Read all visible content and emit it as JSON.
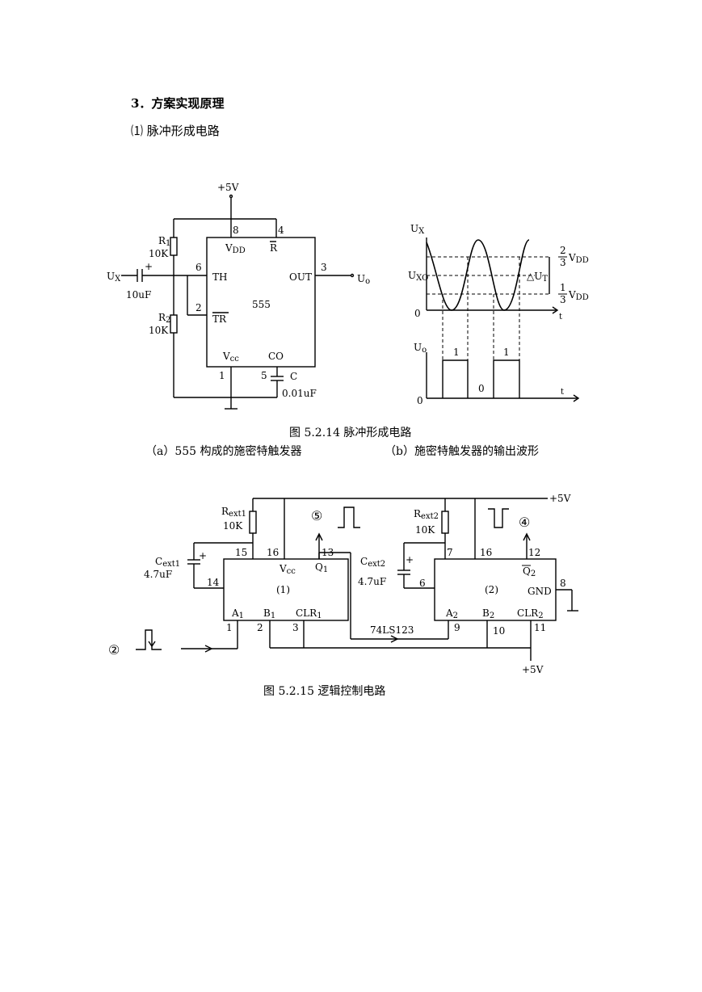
{
  "section": {
    "heading": "3．方案实现原理",
    "subheading": "⑴ 脉冲形成电路"
  },
  "figure1": {
    "caption": "图 5.2.14      脉冲形成电路",
    "caption_a": "（a）555 构成的施密特触发器",
    "caption_b": "（b）施密特触发器的输出波形",
    "schematic": {
      "supply": "+5V",
      "chip": "555",
      "pin8": "8",
      "pin4": "4",
      "pin6": "6",
      "pin2": "2",
      "pin3": "3",
      "pin1": "1",
      "pin5": "5",
      "vdd": "V",
      "vdd_sub": "DD",
      "r_bar": "R",
      "th": "TH",
      "tr": "TR",
      "out": "OUT",
      "vcc": "V",
      "vcc_sub": "cc",
      "co": "CO",
      "r1": "R",
      "r1_sub": "1",
      "r1_value": "10K",
      "r2": "R",
      "r2_sub": "2",
      "r2_value": "10K",
      "ui": "U",
      "ui_sub": "X",
      "cin_value": "10uF",
      "plus": "+",
      "uo": "U",
      "uo_sub": "o",
      "c": "C",
      "c_value": "0.01uF"
    },
    "waveform": {
      "ux_axis": "U",
      "ux_axis_sub": "X",
      "uxo": "U",
      "uxo_sub": "XO",
      "zero_top": "0",
      "t_top": "t",
      "frac_num": "2",
      "frac_den": "3",
      "frac_num2": "1",
      "frac_den2": "3",
      "vdd_label": "V",
      "vdd_sub": "DD",
      "delta_ut": "△U",
      "delta_ut_sub": "T",
      "uo_axis": "U",
      "uo_axis_sub": "o",
      "zero_bottom": "0",
      "t_bottom": "t",
      "level_1a": "1",
      "level_0": "0",
      "level_1b": "1"
    }
  },
  "figure2": {
    "caption": "图 5.2.15      逻辑控制电路",
    "supply_top": "+5V",
    "supply_bottom": "+5V",
    "chip_name": "74LS123",
    "block1": "(1)",
    "block2": "(2)",
    "rext1": "R",
    "rext1_sub": "ext1",
    "rext1_value": "10K",
    "rext2": "R",
    "rext2_sub": "ext2",
    "rext2_value": "10K",
    "cext1": "C",
    "cext1_sub": "ext1",
    "cext1_value": "4.7uF",
    "cext2": "C",
    "cext2_sub": "ext2",
    "cext2_value": "4.7uF",
    "plus": "+",
    "pins": {
      "p15": "15",
      "p16a": "16",
      "p13": "13",
      "p14": "14",
      "p1": "1",
      "p2": "2",
      "p3": "3",
      "p7": "7",
      "p16b": "16",
      "p12": "12",
      "p6": "6",
      "p8": "8",
      "p9": "9",
      "p10": "10",
      "p11": "11"
    },
    "vcc": "V",
    "vcc_sub": "cc",
    "q1": "Q",
    "q1_sub": "1",
    "q2": "Q",
    "q2_sub": "2",
    "a1": "A",
    "a1_sub": "1",
    "b1": "B",
    "b1_sub": "1",
    "clr1": "CLR",
    "clr1_sub": "1",
    "a2": "A",
    "a2_sub": "2",
    "b2": "B",
    "b2_sub": "2",
    "clr2": "CLR",
    "clr2_sub": "2",
    "gnd": "GND",
    "marker5": "⑤",
    "marker4": "④",
    "marker2": "②"
  }
}
